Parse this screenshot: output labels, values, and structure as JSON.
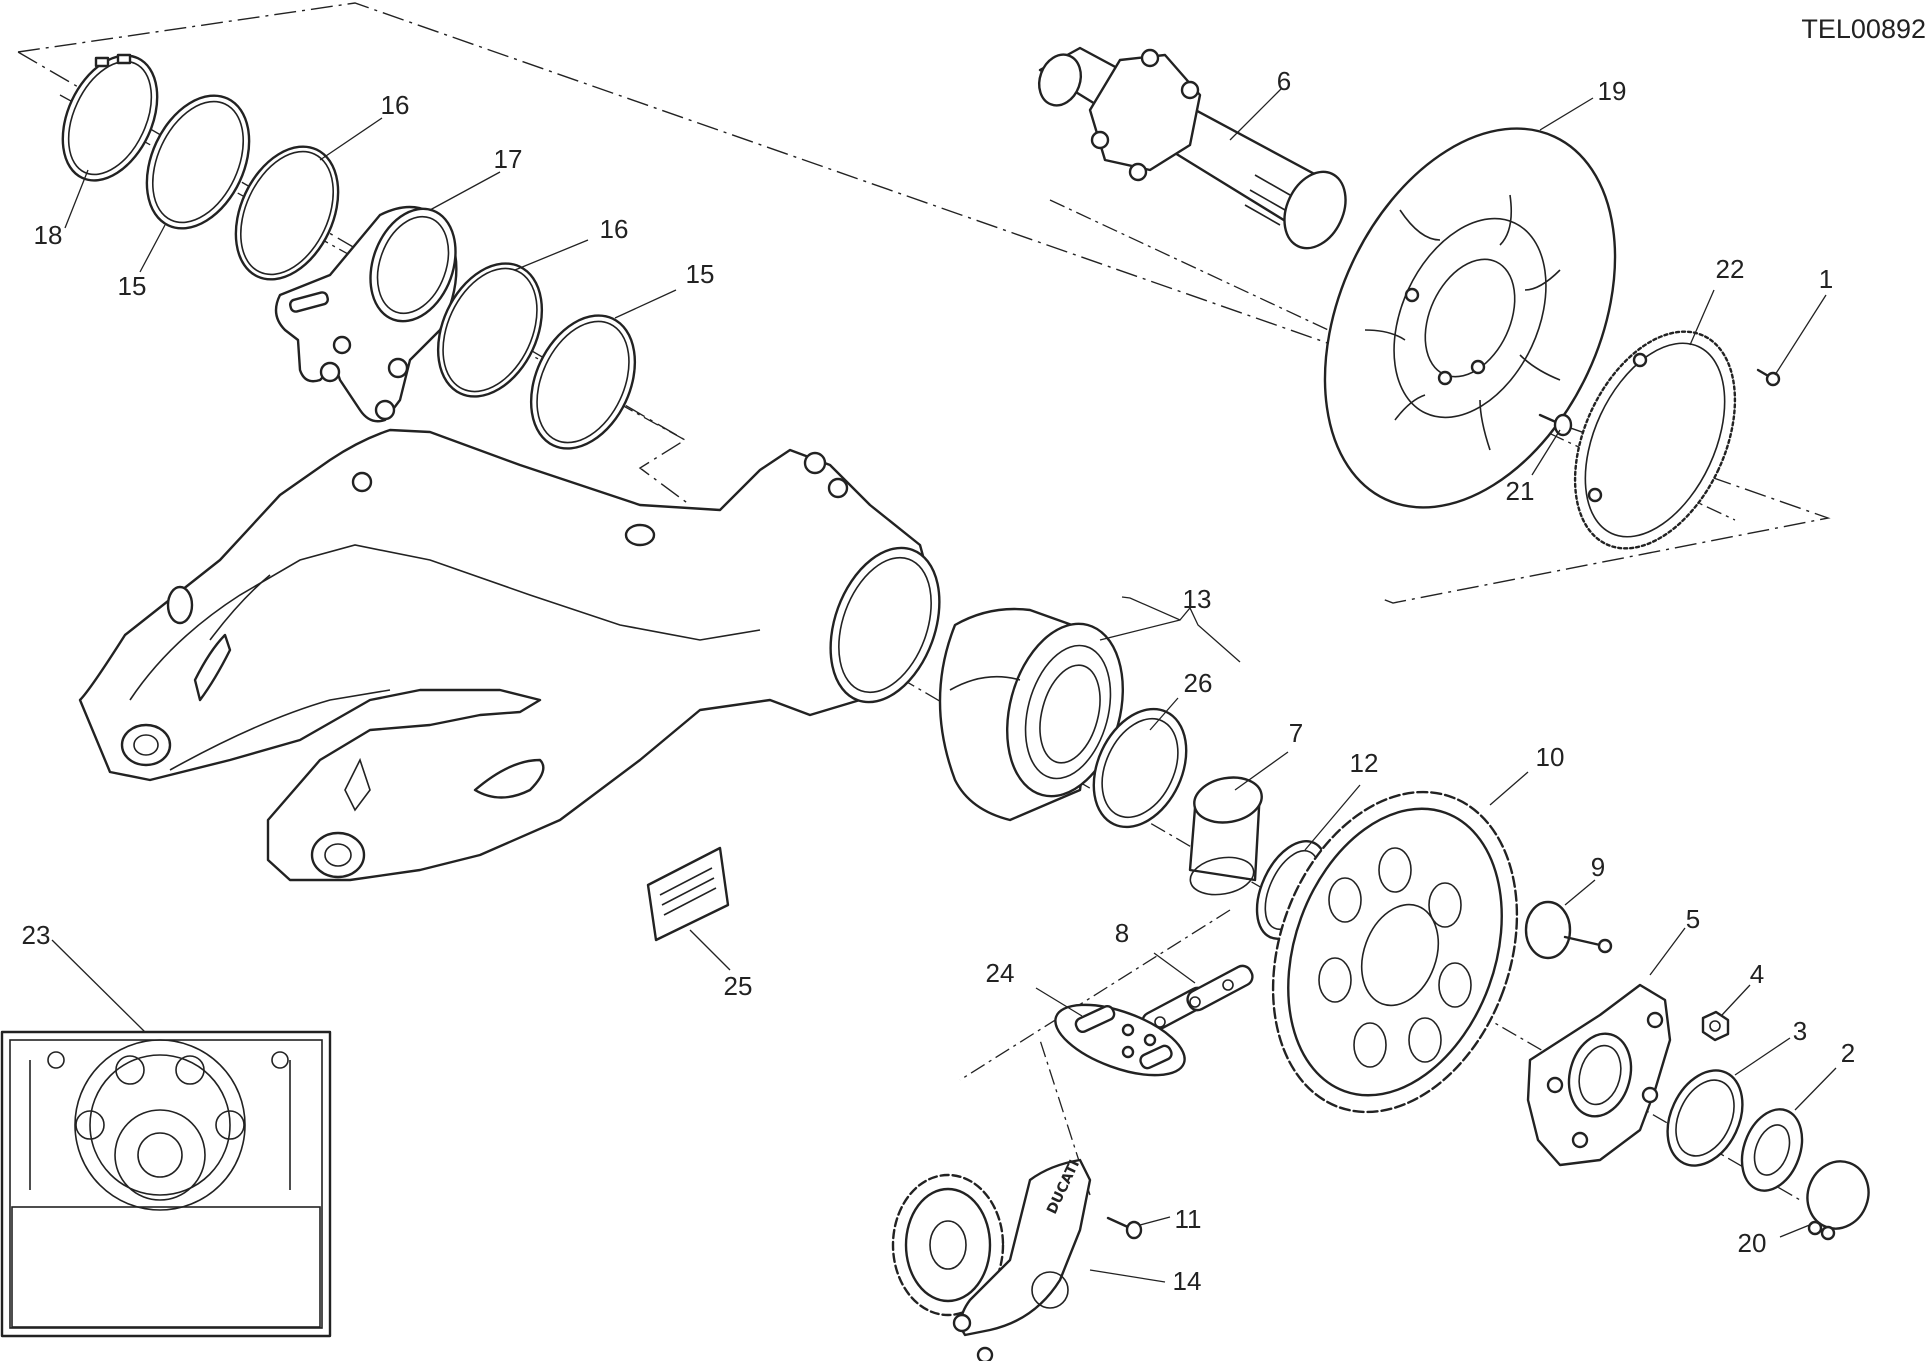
{
  "drawing_code": "TEL00892",
  "callouts": [
    {
      "id": "c1",
      "text": "1"
    },
    {
      "id": "c2",
      "text": "2"
    },
    {
      "id": "c3",
      "text": "3"
    },
    {
      "id": "c4",
      "text": "4"
    },
    {
      "id": "c5",
      "text": "5"
    },
    {
      "id": "c6",
      "text": "6"
    },
    {
      "id": "c7",
      "text": "7"
    },
    {
      "id": "c8",
      "text": "8"
    },
    {
      "id": "c9",
      "text": "9"
    },
    {
      "id": "c10",
      "text": "10"
    },
    {
      "id": "c11",
      "text": "11"
    },
    {
      "id": "c12",
      "text": "12"
    },
    {
      "id": "c13",
      "text": "13"
    },
    {
      "id": "c14",
      "text": "14"
    },
    {
      "id": "c15a",
      "text": "15"
    },
    {
      "id": "c15b",
      "text": "15"
    },
    {
      "id": "c16a",
      "text": "16"
    },
    {
      "id": "c16b",
      "text": "16"
    },
    {
      "id": "c17",
      "text": "17"
    },
    {
      "id": "c18",
      "text": "18"
    },
    {
      "id": "c19",
      "text": "19"
    },
    {
      "id": "c20",
      "text": "20"
    },
    {
      "id": "c21",
      "text": "21"
    },
    {
      "id": "c22",
      "text": "22"
    },
    {
      "id": "c23",
      "text": "23"
    },
    {
      "id": "c24",
      "text": "24"
    },
    {
      "id": "c25",
      "text": "25"
    },
    {
      "id": "c26",
      "text": "26"
    }
  ],
  "logo_text": "DUCATI"
}
